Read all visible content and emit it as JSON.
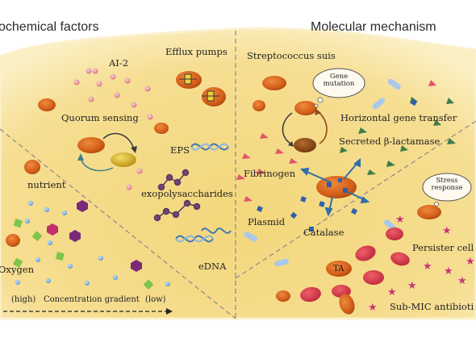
{
  "headers": {
    "left": "ochemical factors",
    "right": "Molecular mechanism"
  },
  "labels": {
    "ai2": "AI-2",
    "efflux": "Efflux pumps",
    "quorum": "Quorum sensing",
    "eps": "EPS",
    "exopoly": "exopolysaccharides",
    "edna": "eDNA",
    "nutrient": "nutrient",
    "oxygen": "Oxygen",
    "gradient_high": "(high)",
    "gradient_text": "Concentration gradient",
    "gradient_low": "(low)",
    "strep": "Streptococcus suis",
    "gene_mutation_1": "Gene",
    "gene_mutation_2": "mutation",
    "hgt": "Horizontal gene transfer",
    "secreted": "Secreted β-lactamase",
    "fibrinogen": "Fibrinogen",
    "stress_1": "Stress",
    "stress_2": "response",
    "plasmid": "Plasmid",
    "catalase": "Catalase",
    "persister": "Persister cell",
    "ta": "TA",
    "submic": "Sub-MIC antibioti"
  },
  "colors": {
    "biofilm": "#f5dc86",
    "biofilm_edge": "#fbeec0",
    "bacterium": "#d9641e",
    "red_cell": "#d63a4a",
    "divider": "#8a8a8a"
  }
}
